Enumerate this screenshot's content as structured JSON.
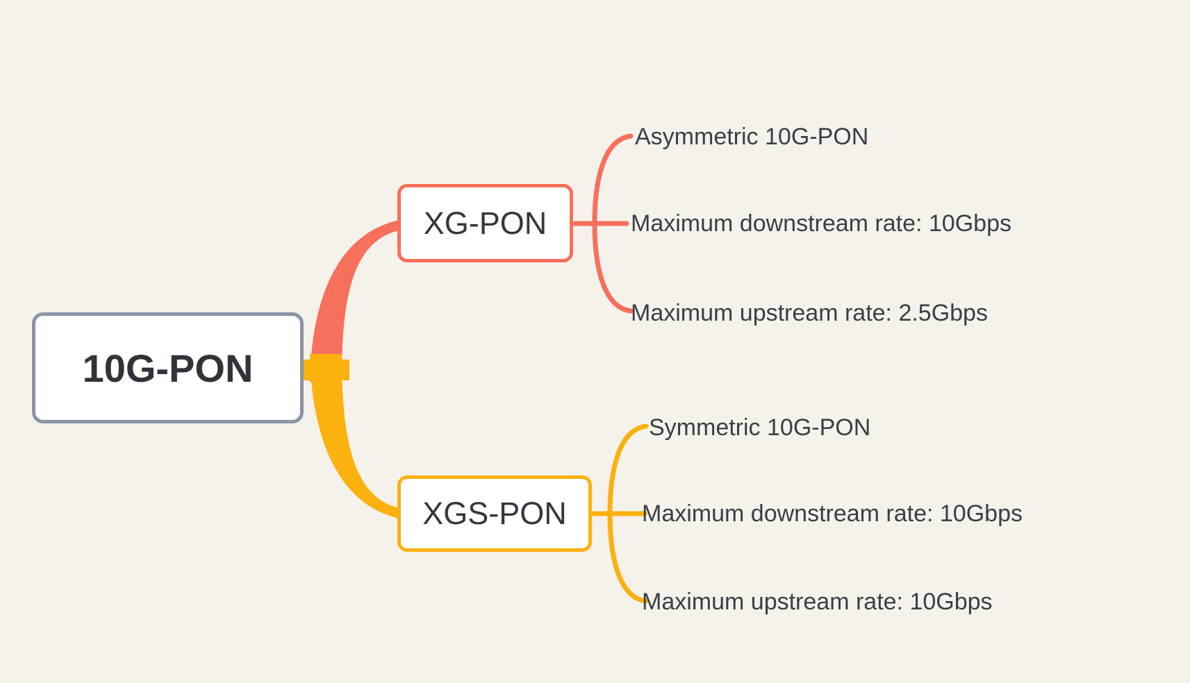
{
  "diagram": {
    "background_color": "#F5F2EB",
    "text_color": "#3A3F46",
    "root": {
      "label": "10G-PON",
      "border_color": "#8A94A6",
      "fill_color": "#FFFFFF"
    },
    "branches": [
      {
        "label": "XG-PON",
        "color": "#F7705B",
        "children": [
          "Asymmetric 10G-PON",
          "Maximum downstream rate: 10Gbps",
          "Maximum upstream rate: 2.5Gbps"
        ]
      },
      {
        "label": "XGS-PON",
        "color": "#FBB10E",
        "children": [
          "Symmetric 10G-PON",
          "Maximum downstream rate: 10Gbps",
          "Maximum upstream rate: 10Gbps"
        ]
      }
    ]
  }
}
